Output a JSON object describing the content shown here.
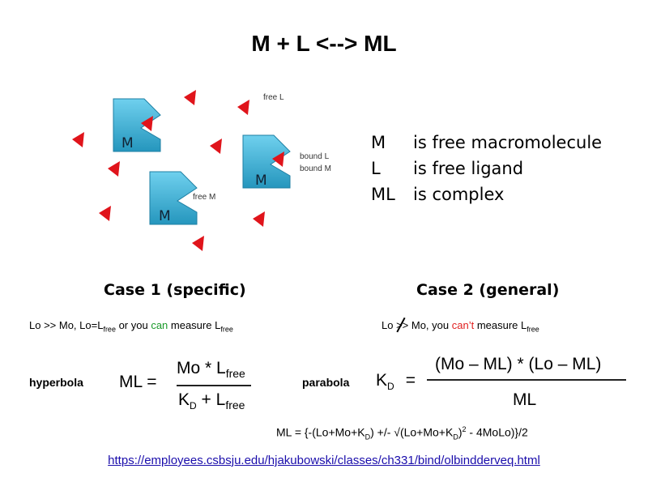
{
  "title": "M + L  <--> ML",
  "diagram": {
    "free_L": "free L",
    "bound_L": "bound L",
    "bound_M": "bound M",
    "free_M": "free M",
    "macro_label": "M",
    "macro_color": "#3db3d9",
    "ligand_color": "#e0141b"
  },
  "definitions": [
    {
      "sym": "M",
      "text": "is free macromolecule"
    },
    {
      "sym": "L",
      "text": "is free ligand"
    },
    {
      "sym": "ML",
      "text": "is complex"
    }
  ],
  "case1": {
    "heading": "Case 1 (specific)",
    "cond_a": "Lo >> Mo, Lo=L",
    "free": "free",
    "cond_b": " or you ",
    "can": "can",
    "cond_c": " measure L",
    "can_color": "#1a9a2a",
    "type": "hyperbola",
    "lhs": "ML  =",
    "num": "Mo * L",
    "den_a": "K",
    "den_sub": "D",
    "den_b": " + L"
  },
  "case2": {
    "heading": "Case 2 (general)",
    "cond_a": "Lo ",
    "gg": ">>",
    "cond_b": " Mo, you ",
    "cant": "can’t",
    "cond_c": " measure L",
    "cant_color": "#e02020",
    "type": "parabola",
    "lhs_a": "K",
    "lhs_sub": "D",
    "lhs_eq": "=",
    "num": "(Mo – ML) * (Lo – ML)",
    "den": "ML",
    "sol_a": "ML = {-(Lo+Mo+K",
    "sol_b": ") +/- √(Lo+Mo+K",
    "sol_c": ")",
    "sol_sup": "2",
    "sol_d": " - 4MoLo)}/2",
    "D": "D"
  },
  "link": "https://employees.csbsju.edu/hjakubowski/classes/ch331/bind/olbindderveq.html"
}
